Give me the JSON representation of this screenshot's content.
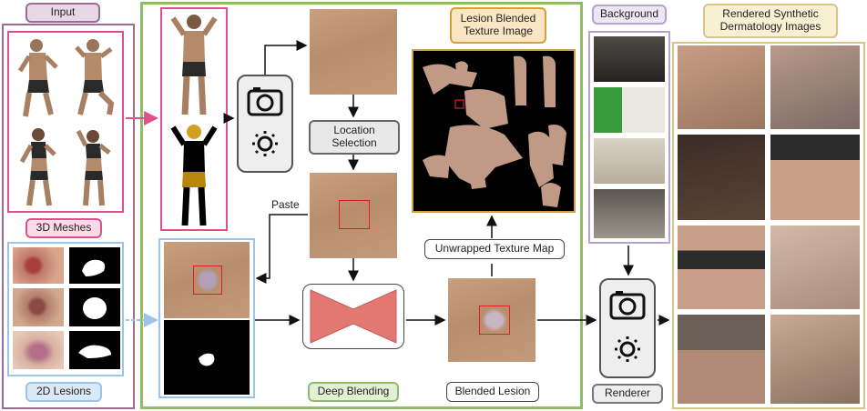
{
  "labels": {
    "input": "Input",
    "meshes": "3D Meshes",
    "lesions": "2D Lesions",
    "location": "Location\nSelection",
    "paste": "Paste",
    "deep_blending": "Deep Blending",
    "blended_lesion": "Blended Lesion",
    "unwrapped": "Unwrapped Texture Map",
    "texture_image": "Lesion Blended\nTexture Image",
    "background": "Background",
    "renderer": "Renderer",
    "rendered": "Rendered Synthetic\nDermatology Images"
  },
  "colors": {
    "input_frame": "#9b6b95",
    "meshes_frame": "#e0508f",
    "lesions_frame": "#9cc4e8",
    "blend_frame": "#8fbc6a",
    "texture_frame": "#d4a03a",
    "background_frame": "#b7a3cf",
    "rendered_frame": "#d8c483",
    "camera_box": "#eeeeee"
  }
}
